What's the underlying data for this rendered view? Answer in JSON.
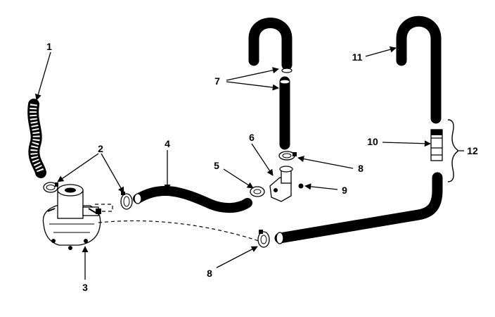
{
  "callouts": {
    "c1": "1",
    "c2": "2",
    "c3": "3",
    "c4": "4",
    "c5": "5",
    "c6": "6",
    "c7": "7",
    "c8a": "8",
    "c8b": "8",
    "c9": "9",
    "c10": "10",
    "c11": "11",
    "c12": "12"
  },
  "colors": {
    "ink": "#000000",
    "paper": "#ffffff"
  }
}
